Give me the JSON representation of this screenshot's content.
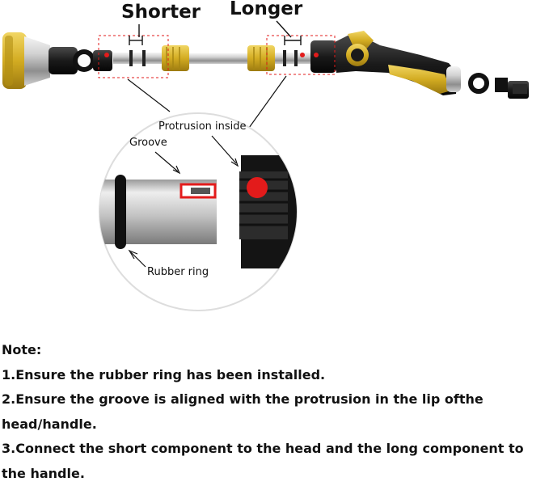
{
  "callouts": {
    "shorter": "Shorter",
    "longer": "Longer"
  },
  "detail_labels": {
    "protrusion": "Protrusion inside",
    "groove": "Groove",
    "rubber_ring": "Rubber ring"
  },
  "note": {
    "heading": "Note:",
    "steps": [
      "1.Ensure the rubber ring has been installed.",
      "2.Ensure the groove is aligned with the protrusion in the lip ofthe head/handle.",
      "3.Connect the short component to the head and the long component to the handle."
    ]
  },
  "colors": {
    "accent_yellow": "#d8b52a",
    "marker_red": "#e31b1b",
    "handle_black": "#1a1a1a",
    "metal": "#bfbfbf"
  }
}
